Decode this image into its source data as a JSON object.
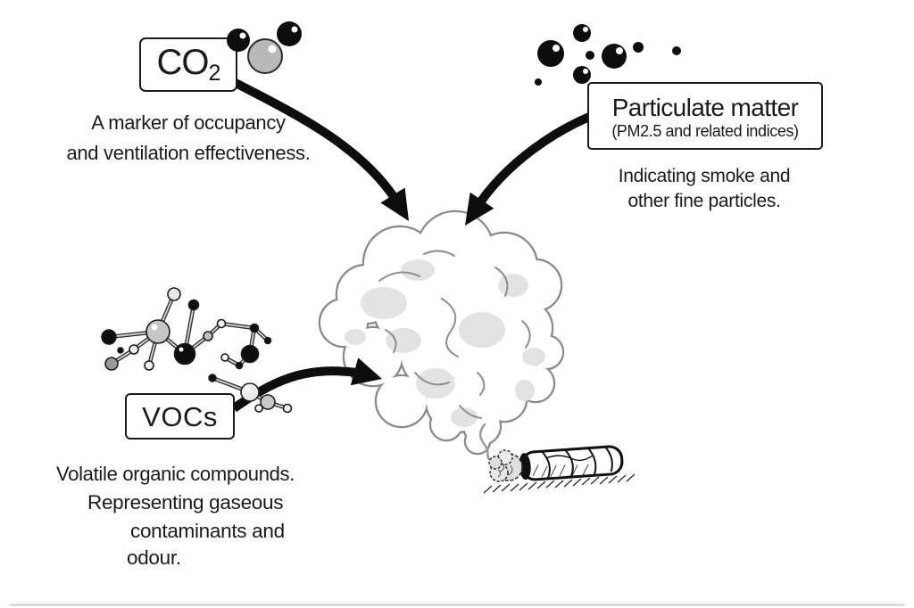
{
  "figure": {
    "background_color": "#ffffff",
    "ink_color": "#1a1a1a",
    "smoke_outline_color": "#8a8a8a",
    "smoke_shade_color": "#e3e3e3",
    "baseline_color": "#dcdcdc",
    "nodes": [
      {
        "id": "co2",
        "label": "CO",
        "label_subscript": "2",
        "icon": "co2-molecule-icon",
        "description": [
          "A marker of occupancy",
          "and ventilation effectiveness."
        ]
      },
      {
        "id": "particulate-matter",
        "label": "Particulate matter",
        "sublabel": "(PM2.5 and related indices)",
        "icon": "particulate-dots-icon",
        "description": [
          "Indicating smoke and",
          "other fine particles."
        ]
      },
      {
        "id": "vocs",
        "label": "VOCs",
        "icon": "voc-molecule-icon",
        "description": [
          "Volatile organic compounds.",
          "Representing gaseous",
          "contaminants and",
          "odour."
        ]
      }
    ],
    "center_illustration": "smouldering cigar with smoke plume"
  }
}
